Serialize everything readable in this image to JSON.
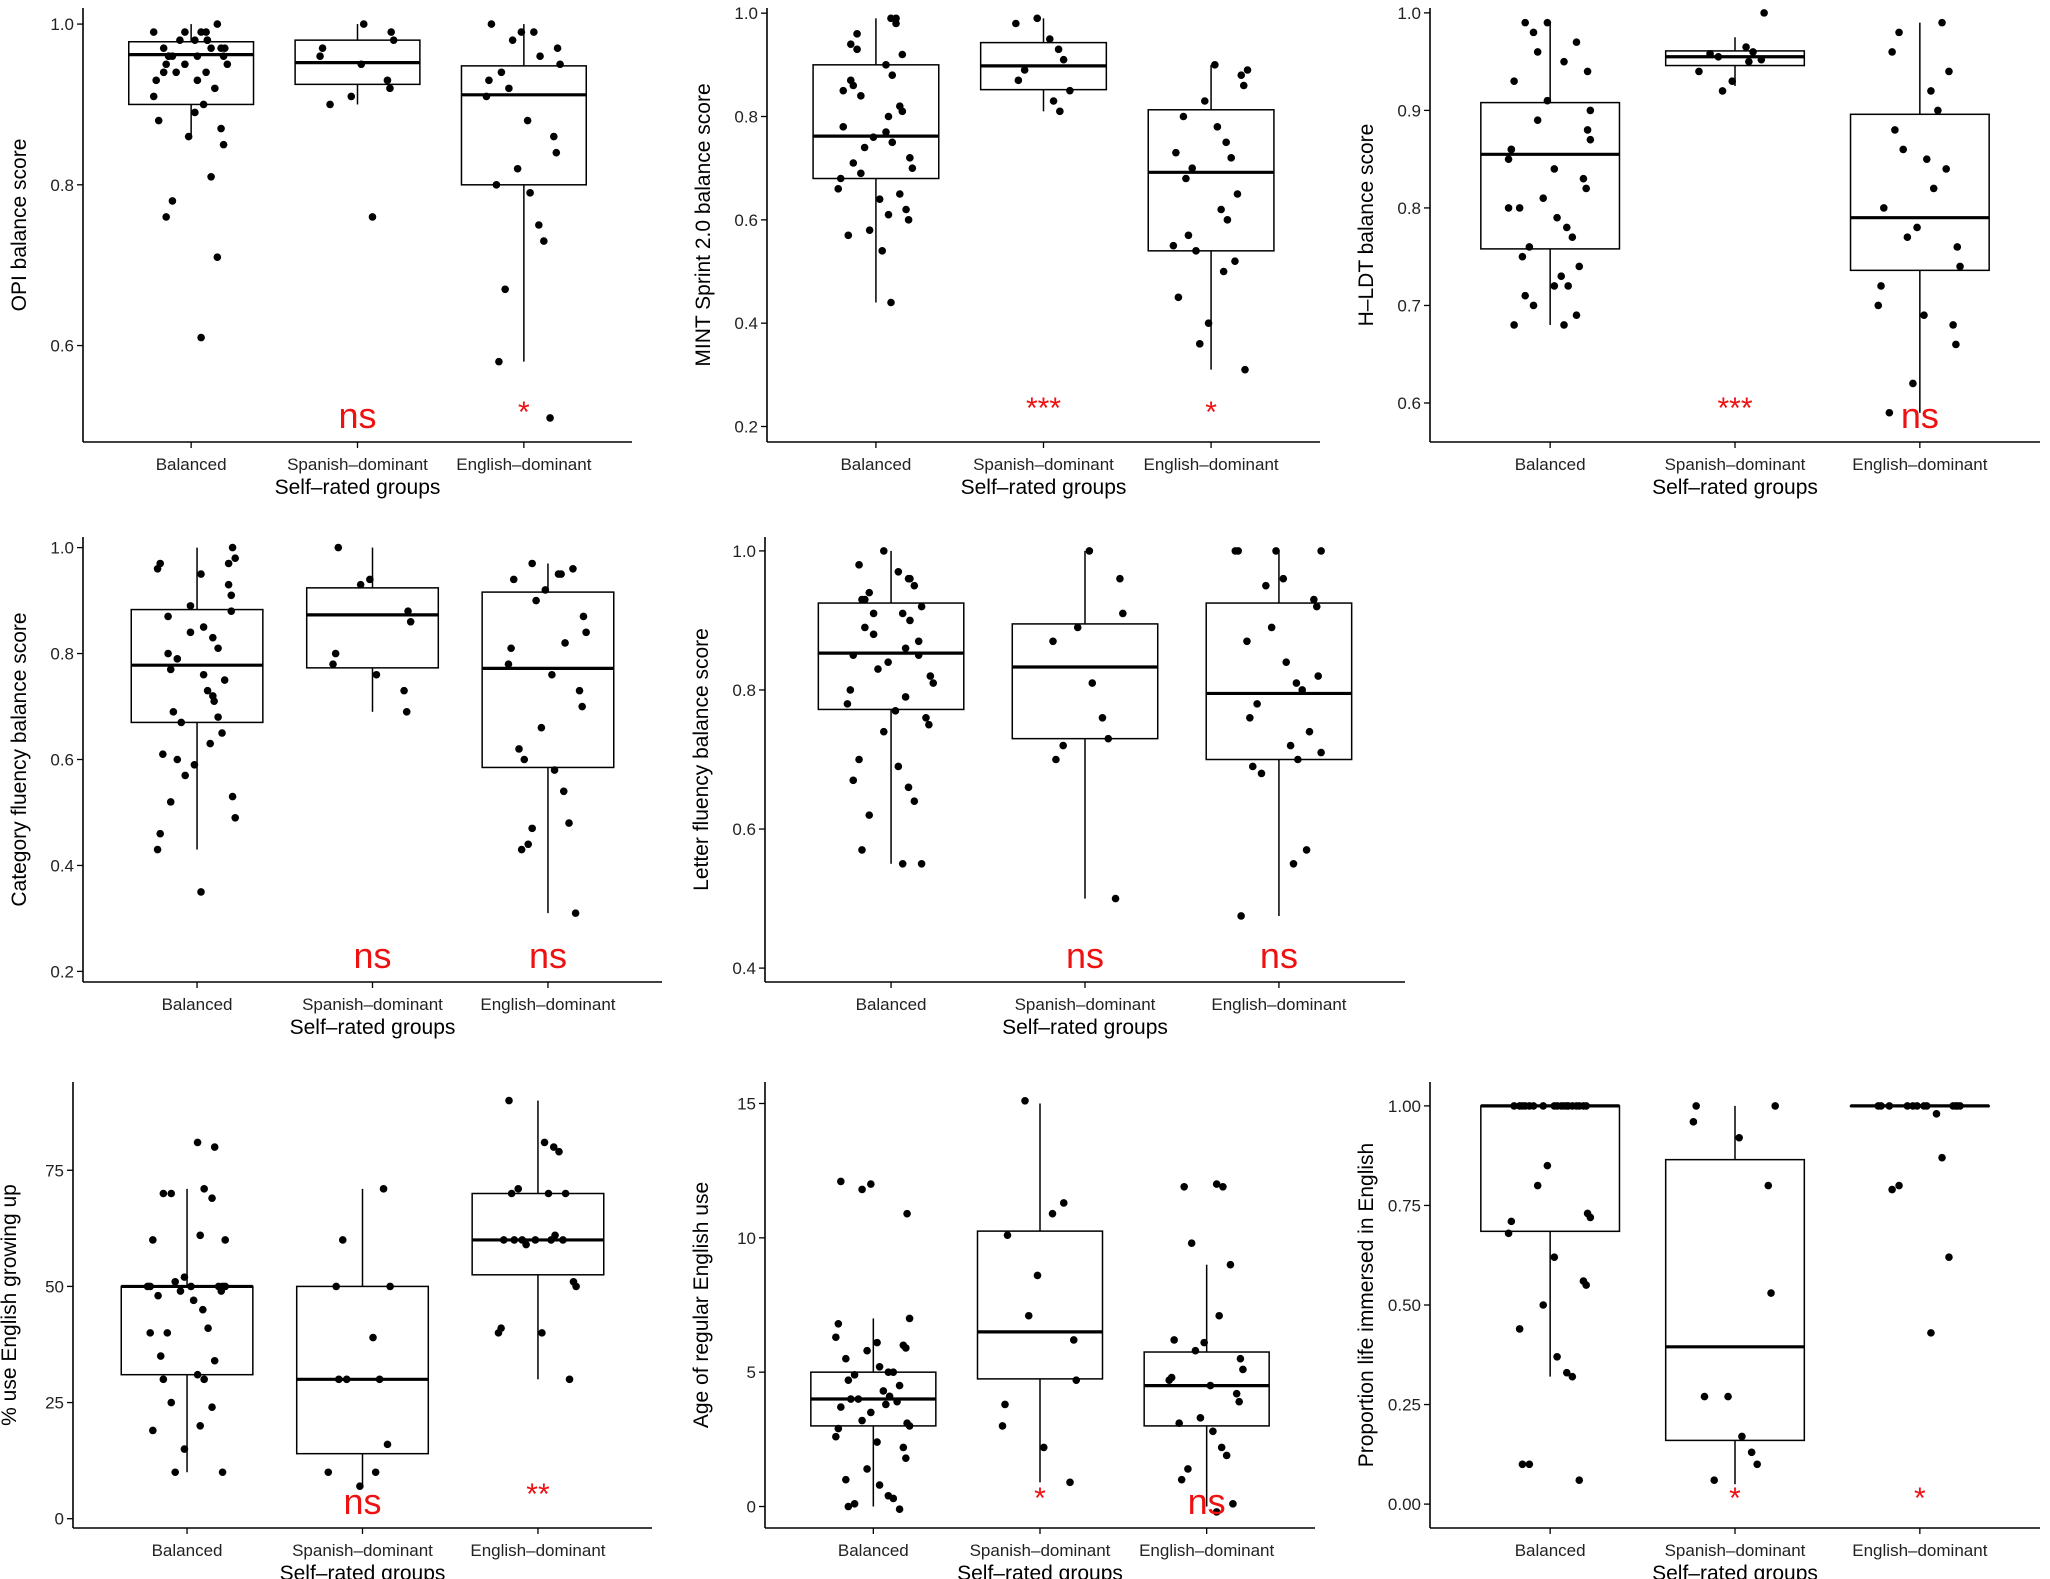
{
  "figure": {
    "categories": [
      "Balanced",
      "Spanish–dominant",
      "English–dominant"
    ],
    "xlabel": "Self–rated groups"
  },
  "colors": {
    "significance": "#ee1111",
    "ink": "#000000"
  },
  "chart_data": [
    {
      "type": "box",
      "ylabel": "OPI balance score",
      "ylim": [
        0.48,
        1.02
      ],
      "yticks": [
        0.6,
        0.8,
        1.0
      ],
      "ytick_labels": [
        "0.6",
        "0.8",
        "1.0"
      ],
      "boxes": [
        {
          "q1": 0.9,
          "median": 0.962,
          "q3": 0.978,
          "whisker_low": 0.86,
          "whisker_high": 1.0
        },
        {
          "q1": 0.925,
          "median": 0.952,
          "q3": 0.98,
          "whisker_low": 0.9,
          "whisker_high": 1.0
        },
        {
          "q1": 0.8,
          "median": 0.912,
          "q3": 0.948,
          "whisker_low": 0.58,
          "whisker_high": 1.0
        }
      ],
      "points": [
        [
          0.99,
          0.98,
          0.97,
          0.96,
          0.95,
          0.94,
          0.93,
          0.99,
          0.97,
          0.96,
          0.95,
          1.0,
          0.99,
          0.98,
          0.96,
          0.94,
          0.92,
          0.9,
          0.88,
          0.86,
          0.98,
          0.97,
          0.95,
          0.93,
          0.91,
          0.89,
          0.87,
          0.85,
          0.99,
          0.97,
          0.96,
          0.94,
          0.81,
          0.78,
          0.76,
          0.71,
          0.61,
          0.98,
          0.96
        ],
        [
          0.99,
          0.98,
          0.97,
          0.96,
          0.95,
          0.93,
          0.92,
          0.91,
          0.9,
          1.0,
          0.76
        ],
        [
          1.0,
          0.99,
          0.98,
          0.97,
          0.95,
          0.93,
          0.91,
          0.88,
          0.86,
          0.84,
          0.82,
          0.8,
          0.79,
          0.75,
          0.73,
          0.67,
          0.58,
          0.51,
          0.99,
          0.96,
          0.94,
          0.92
        ]
      ],
      "significance": [
        "",
        "ns",
        "*"
      ]
    },
    {
      "type": "box",
      "ylabel": "MINT Sprint 2.0 balance score",
      "ylim": [
        0.17,
        1.01
      ],
      "yticks": [
        0.2,
        0.4,
        0.6,
        0.8,
        1.0
      ],
      "ytick_labels": [
        "0.2",
        "0.4",
        "0.6",
        "0.8",
        "1.0"
      ],
      "boxes": [
        {
          "q1": 0.68,
          "median": 0.762,
          "q3": 0.9,
          "whisker_low": 0.44,
          "whisker_high": 0.99
        },
        {
          "q1": 0.852,
          "median": 0.898,
          "q3": 0.943,
          "whisker_low": 0.81,
          "whisker_high": 0.99
        },
        {
          "q1": 0.54,
          "median": 0.692,
          "q3": 0.813,
          "whisker_low": 0.31,
          "whisker_high": 0.9
        }
      ],
      "points": [
        [
          0.99,
          0.98,
          0.96,
          0.94,
          0.92,
          0.9,
          0.88,
          0.86,
          0.84,
          0.82,
          0.8,
          0.78,
          0.76,
          0.74,
          0.72,
          0.7,
          0.68,
          0.66,
          0.64,
          0.62,
          0.6,
          0.58,
          0.57,
          0.54,
          0.44,
          0.99,
          0.93,
          0.87,
          0.81,
          0.77,
          0.75,
          0.71,
          0.69,
          0.65,
          0.61,
          0.85
        ],
        [
          0.99,
          0.98,
          0.95,
          0.93,
          0.91,
          0.89,
          0.87,
          0.85,
          0.83,
          0.81
        ],
        [
          0.9,
          0.88,
          0.86,
          0.83,
          0.8,
          0.78,
          0.75,
          0.72,
          0.7,
          0.68,
          0.65,
          0.62,
          0.6,
          0.57,
          0.54,
          0.52,
          0.5,
          0.45,
          0.4,
          0.36,
          0.31,
          0.89,
          0.73,
          0.55
        ]
      ],
      "significance": [
        "",
        "***",
        "*"
      ]
    },
    {
      "type": "box",
      "ylabel": "H–LDT balance score",
      "ylim": [
        0.56,
        1.005
      ],
      "yticks": [
        0.6,
        0.7,
        0.8,
        0.9,
        1.0
      ],
      "ytick_labels": [
        "0.6",
        "0.7",
        "0.8",
        "0.9",
        "1.0"
      ],
      "boxes": [
        {
          "q1": 0.758,
          "median": 0.855,
          "q3": 0.908,
          "whisker_low": 0.68,
          "whisker_high": 0.99
        },
        {
          "q1": 0.946,
          "median": 0.955,
          "q3": 0.961,
          "whisker_low": 0.925,
          "whisker_high": 0.975
        },
        {
          "q1": 0.736,
          "median": 0.79,
          "q3": 0.896,
          "whisker_low": 0.59,
          "whisker_high": 0.99
        }
      ],
      "points": [
        [
          0.99,
          0.98,
          0.97,
          0.95,
          0.93,
          0.91,
          0.89,
          0.88,
          0.87,
          0.86,
          0.85,
          0.84,
          0.83,
          0.82,
          0.81,
          0.8,
          0.79,
          0.78,
          0.77,
          0.76,
          0.75,
          0.74,
          0.73,
          0.72,
          0.71,
          0.7,
          0.69,
          0.68,
          0.68,
          0.99,
          0.96,
          0.94,
          0.9,
          0.86,
          0.8,
          0.72
        ],
        [
          1.0,
          0.965,
          0.96,
          0.958,
          0.955,
          0.952,
          0.95,
          0.94,
          0.93,
          0.92
        ],
        [
          0.99,
          0.98,
          0.96,
          0.94,
          0.92,
          0.9,
          0.88,
          0.86,
          0.84,
          0.82,
          0.8,
          0.78,
          0.77,
          0.76,
          0.74,
          0.72,
          0.7,
          0.69,
          0.68,
          0.66,
          0.62,
          0.59,
          0.85
        ]
      ],
      "significance": [
        "",
        "***",
        "ns"
      ]
    },
    {
      "type": "box",
      "ylabel": "Category fluency balance score",
      "ylim": [
        0.18,
        1.02
      ],
      "yticks": [
        0.2,
        0.4,
        0.6,
        0.8,
        1.0
      ],
      "ytick_labels": [
        "0.2",
        "0.4",
        "0.6",
        "0.8",
        "1.0"
      ],
      "boxes": [
        {
          "q1": 0.67,
          "median": 0.778,
          "q3": 0.883,
          "whisker_low": 0.43,
          "whisker_high": 1.0
        },
        {
          "q1": 0.773,
          "median": 0.873,
          "q3": 0.924,
          "whisker_low": 0.69,
          "whisker_high": 1.0
        },
        {
          "q1": 0.585,
          "median": 0.772,
          "q3": 0.916,
          "whisker_low": 0.31,
          "whisker_high": 0.97
        }
      ],
      "points": [
        [
          1.0,
          0.98,
          0.97,
          0.96,
          0.95,
          0.93,
          0.91,
          0.89,
          0.87,
          0.85,
          0.83,
          0.81,
          0.79,
          0.77,
          0.75,
          0.73,
          0.71,
          0.69,
          0.67,
          0.65,
          0.63,
          0.61,
          0.59,
          0.57,
          0.53,
          0.49,
          0.46,
          0.43,
          0.35,
          0.97,
          0.88,
          0.84,
          0.8,
          0.76,
          0.72,
          0.68,
          0.6,
          0.52
        ],
        [
          1.0,
          0.94,
          0.93,
          0.88,
          0.86,
          0.8,
          0.78,
          0.76,
          0.73,
          0.69
        ],
        [
          0.97,
          0.96,
          0.95,
          0.94,
          0.92,
          0.9,
          0.87,
          0.84,
          0.81,
          0.78,
          0.76,
          0.73,
          0.7,
          0.66,
          0.62,
          0.58,
          0.54,
          0.48,
          0.44,
          0.43,
          0.31,
          0.95,
          0.82,
          0.6,
          0.47
        ]
      ],
      "significance": [
        "",
        "ns",
        "ns"
      ]
    },
    {
      "type": "box",
      "ylabel": "Letter fluency balance score",
      "ylim": [
        0.38,
        1.02
      ],
      "yticks": [
        0.4,
        0.6,
        0.8,
        1.0
      ],
      "ytick_labels": [
        "0.4",
        "0.6",
        "0.8",
        "1.0"
      ],
      "boxes": [
        {
          "q1": 0.772,
          "median": 0.853,
          "q3": 0.925,
          "whisker_low": 0.55,
          "whisker_high": 1.0
        },
        {
          "q1": 0.73,
          "median": 0.833,
          "q3": 0.895,
          "whisker_low": 0.5,
          "whisker_high": 1.0
        },
        {
          "q1": 0.7,
          "median": 0.795,
          "q3": 0.925,
          "whisker_low": 0.475,
          "whisker_high": 1.0
        }
      ],
      "points": [
        [
          1.0,
          0.98,
          0.97,
          0.96,
          0.95,
          0.94,
          0.93,
          0.92,
          0.91,
          0.9,
          0.89,
          0.88,
          0.87,
          0.86,
          0.85,
          0.84,
          0.83,
          0.82,
          0.81,
          0.8,
          0.78,
          0.77,
          0.76,
          0.75,
          0.74,
          0.7,
          0.69,
          0.66,
          0.64,
          0.62,
          0.57,
          0.55,
          0.55,
          0.96,
          0.93,
          0.91,
          0.85,
          0.79,
          0.67
        ],
        [
          1.0,
          0.96,
          0.91,
          0.89,
          0.87,
          0.81,
          0.76,
          0.73,
          0.72,
          0.7,
          0.5
        ],
        [
          1.0,
          1.0,
          1.0,
          0.96,
          0.93,
          0.92,
          0.89,
          0.87,
          0.84,
          0.81,
          0.8,
          0.78,
          0.76,
          0.74,
          0.72,
          0.7,
          0.69,
          0.68,
          0.57,
          0.55,
          0.475,
          1.0,
          0.95,
          0.82,
          0.71
        ]
      ],
      "significance": [
        "",
        "ns",
        "ns"
      ]
    },
    {
      "type": "box",
      "ylabel": "% use English growing up",
      "ylim": [
        -2,
        94
      ],
      "yticks": [
        0,
        25,
        50,
        75
      ],
      "ytick_labels": [
        "0",
        "25",
        "50",
        "75"
      ],
      "boxes": [
        {
          "q1": 31,
          "median": 50,
          "q3": 50,
          "whisker_low": 10,
          "whisker_high": 71
        },
        {
          "q1": 14,
          "median": 30,
          "q3": 50,
          "whisker_low": 7,
          "whisker_high": 71
        },
        {
          "q1": 52.5,
          "median": 60,
          "q3": 70,
          "whisker_low": 30,
          "whisker_high": 90
        }
      ],
      "points": [
        [
          80,
          81,
          71,
          70,
          70,
          69,
          61,
          60,
          52,
          51,
          50,
          50,
          50,
          50,
          50,
          50,
          49,
          49,
          48,
          47,
          45,
          41,
          40,
          35,
          34,
          31,
          30,
          30,
          25,
          24,
          20,
          19,
          15,
          10,
          10,
          60,
          40
        ],
        [
          71,
          60,
          50,
          50,
          39,
          30,
          30,
          30,
          16,
          10,
          10,
          7
        ],
        [
          90,
          81,
          80,
          79,
          71,
          70,
          70,
          70,
          61,
          60,
          60,
          60,
          60,
          60,
          60,
          59,
          51,
          50,
          41,
          40,
          40,
          30
        ]
      ],
      "significance": [
        "",
        "ns",
        "**"
      ]
    },
    {
      "type": "box",
      "ylabel": "Age of regular English use",
      "ylim": [
        -0.8,
        15.8
      ],
      "yticks": [
        0,
        5,
        10,
        15
      ],
      "ytick_labels": [
        "0",
        "5",
        "10",
        "15"
      ],
      "boxes": [
        {
          "q1": 3.0,
          "median": 4.0,
          "q3": 5.0,
          "whisker_low": 0,
          "whisker_high": 7
        },
        {
          "q1": 4.75,
          "median": 6.5,
          "q3": 10.25,
          "whisker_low": 0.9,
          "whisker_high": 15
        },
        {
          "q1": 3.0,
          "median": 4.5,
          "q3": 5.75,
          "whisker_low": 0,
          "whisker_high": 9
        }
      ],
      "points": [
        [
          12.1,
          12.0,
          11.8,
          10.9,
          7.0,
          6.8,
          6.3,
          6.1,
          6.0,
          5.9,
          5.8,
          5.5,
          5.2,
          5.0,
          5.0,
          4.9,
          4.7,
          4.5,
          4.3,
          4.1,
          4.0,
          4.0,
          3.9,
          3.8,
          3.7,
          3.5,
          3.2,
          3.1,
          3.0,
          2.9,
          2.6,
          2.4,
          2.2,
          1.8,
          1.4,
          1.0,
          0.8,
          0.4,
          0.3,
          0.1,
          0,
          -0.1
        ],
        [
          15.1,
          11.3,
          10.9,
          10.1,
          8.6,
          7.1,
          6.2,
          4.7,
          3.8,
          3.0,
          2.2,
          0.9
        ],
        [
          12.0,
          11.9,
          11.9,
          9.8,
          9.0,
          7.1,
          6.2,
          6.1,
          5.8,
          5.5,
          5.1,
          4.8,
          4.7,
          4.5,
          4.2,
          3.9,
          3.3,
          3.1,
          2.8,
          2.2,
          1.9,
          1.4,
          1.0,
          0.1,
          -0.2
        ]
      ],
      "significance": [
        "",
        "*",
        "ns"
      ]
    },
    {
      "type": "box",
      "ylabel": "Proportion life immersed in English",
      "ylim": [
        -0.06,
        1.06
      ],
      "yticks": [
        0.0,
        0.25,
        0.5,
        0.75,
        1.0
      ],
      "ytick_labels": [
        "0.00",
        "0.25",
        "0.50",
        "0.75",
        "1.00"
      ],
      "boxes": [
        {
          "q1": 0.685,
          "median": 1.0,
          "q3": 1.0,
          "whisker_low": 0.32,
          "whisker_high": 1.0
        },
        {
          "q1": 0.16,
          "median": 0.395,
          "q3": 0.865,
          "whisker_low": 0.05,
          "whisker_high": 1.0
        },
        {
          "q1": 1.0,
          "median": 1.0,
          "q3": 1.0,
          "whisker_low": 1.0,
          "whisker_high": 1.0
        }
      ],
      "points": [
        [
          1.0,
          1.0,
          1.0,
          1.0,
          1.0,
          1.0,
          1.0,
          1.0,
          1.0,
          1.0,
          1.0,
          1.0,
          1.0,
          1.0,
          1.0,
          1.0,
          1.0,
          1.0,
          0.85,
          0.8,
          0.73,
          0.72,
          0.71,
          0.68,
          0.62,
          0.56,
          0.55,
          0.5,
          0.44,
          0.37,
          0.33,
          0.32,
          0.1,
          0.1,
          0.06
        ],
        [
          1.0,
          1.0,
          0.96,
          0.92,
          0.8,
          0.53,
          0.27,
          0.27,
          0.17,
          0.13,
          0.1,
          0.06
        ],
        [
          1.0,
          1.0,
          1.0,
          1.0,
          1.0,
          1.0,
          1.0,
          1.0,
          1.0,
          1.0,
          1.0,
          1.0,
          0.98,
          0.87,
          0.8,
          0.79,
          0.62,
          0.43
        ]
      ],
      "significance": [
        "",
        "*",
        "*"
      ]
    }
  ]
}
